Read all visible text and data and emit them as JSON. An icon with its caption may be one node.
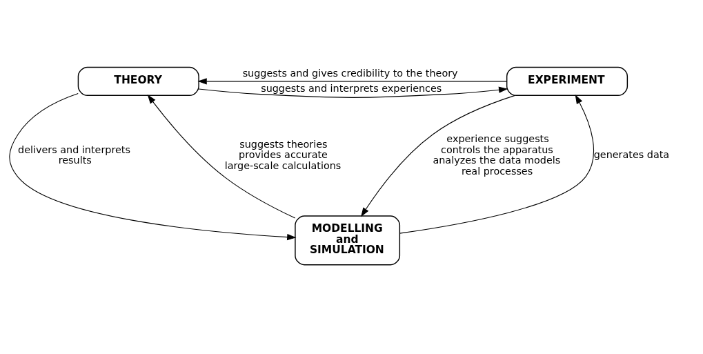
{
  "diagram": {
    "nodes": [
      {
        "text": [
          "THEORY"
        ]
      },
      {
        "text": [
          "EXPERIMENT"
        ]
      },
      {
        "text": [
          "MODELLING and SIMULATION"
        ]
      }
    ],
    "edges": [
      {
        "from": 0,
        "to": 1,
        "arrow": "to",
        "label": "suggests and interprets experiences"
      },
      {
        "from": 1,
        "to": 0,
        "arrow": "to",
        "label": "suggests and gives credibility to the theory"
      },
      {
        "from": 0,
        "to": 2,
        "arrow": "to",
        "label": "delivers and interprets results"
      },
      {
        "from": 2,
        "to": 0,
        "arrow": "to",
        "label": "suggests theories provides accurate large-scale calculations"
      },
      {
        "from": 2,
        "to": 1,
        "arrow": "to",
        "label": "generates data"
      },
      {
        "from": 1,
        "to": 2,
        "arrow": "to",
        "label": "experience suggests controls the apparatus analyzes the data models real processes"
      }
    ]
  }
}
